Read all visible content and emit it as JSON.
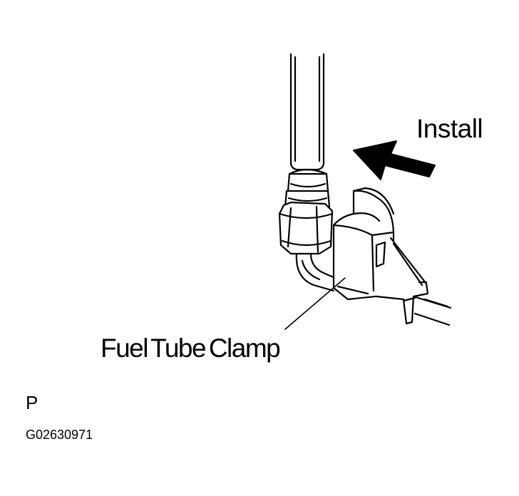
{
  "labels": {
    "install": "Install",
    "part_name": "Fuel Tube Clamp",
    "view_letter": "P",
    "figure_code": "G02630971"
  },
  "icons": {
    "arrow": "bold-arrow-left-icon",
    "fuel_tube": "fuel-tube-illustration",
    "clamp": "clamp-illustration"
  },
  "colors": {
    "ink": "#000000",
    "paper": "#ffffff"
  }
}
